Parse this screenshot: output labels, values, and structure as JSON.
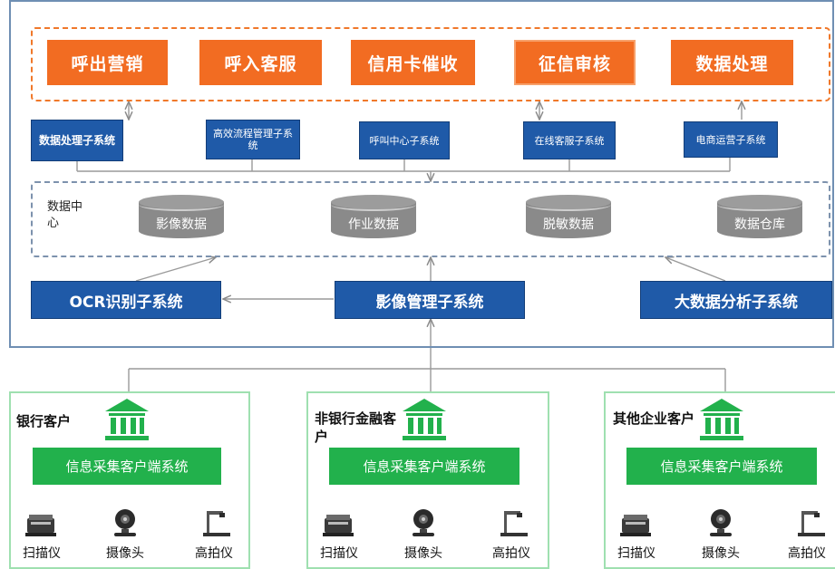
{
  "business_row": {
    "items": [
      "呼出营销",
      "呼入客服",
      "信用卡催收",
      "征信审核",
      "数据处理"
    ],
    "color": "#f26c22"
  },
  "subsystems": {
    "items": [
      "数据处理子系统",
      "高效流程管理子系统",
      "呼叫中心子系统",
      "在线客服子系统",
      "电商运营子系统"
    ]
  },
  "data_center": {
    "label": "数据中心",
    "stores": [
      "影像数据",
      "作业数据",
      "脱敏数据",
      "数据仓库"
    ]
  },
  "core_systems": {
    "ocr": "OCR识别子系统",
    "image_mgmt": "影像管理子系统",
    "big_data": "大数据分析子系统",
    "color": "#1f5aa8"
  },
  "clients": [
    {
      "name": "银行客户",
      "system": "信息采集客户端系统",
      "devices": [
        "扫描仪",
        "摄像头",
        "高拍仪"
      ]
    },
    {
      "name": "非银行金融客户",
      "system": "信息采集客户端系统",
      "devices": [
        "扫描仪",
        "摄像头",
        "高拍仪"
      ]
    },
    {
      "name": "其他企业客户",
      "system": "信息采集客户端系统",
      "devices": [
        "扫描仪",
        "摄像头",
        "高拍仪"
      ]
    }
  ],
  "icons": {
    "bank": "bank-icon",
    "scanner": "scanner-icon",
    "camera": "webcam-icon",
    "document_camera": "document-camera-icon"
  },
  "accent_green": "#22b14c"
}
